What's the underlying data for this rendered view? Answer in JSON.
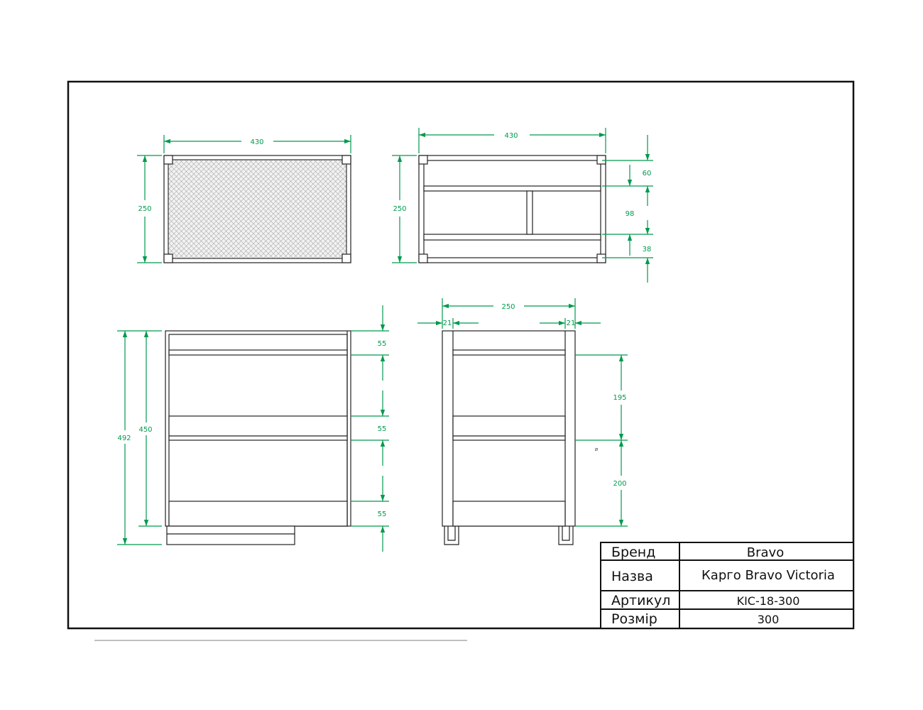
{
  "colors": {
    "dimension": "#009a4e",
    "outline": "#111111",
    "panel": "#333333",
    "background": "#ffffff"
  },
  "views": {
    "top_view": {
      "width_label": "430",
      "depth_label": "250"
    },
    "plan_section": {
      "width_label": "430",
      "depth_label": "250",
      "dim_top": "60",
      "dim_middle": "98",
      "dim_bottom": "38"
    },
    "front_view": {
      "total_height_label": "492",
      "inner_height_label": "450",
      "shelf_gap_top": "55",
      "shelf_gap_middle": "55",
      "shelf_gap_bottom": "55"
    },
    "side_view": {
      "width_label": "250",
      "left_thickness": "21",
      "right_thickness": "21",
      "upper_space": "195",
      "lower_space": "200",
      "marker": "⌀"
    }
  },
  "title_block": {
    "brand_label": "Бренд",
    "brand_value": "Bravo",
    "name_label": "Назва",
    "name_value": "Карго Bravo Victoria",
    "article_label": "Артикул",
    "article_value": "KIC-18-300",
    "size_label": "Розмір",
    "size_value": "300"
  }
}
